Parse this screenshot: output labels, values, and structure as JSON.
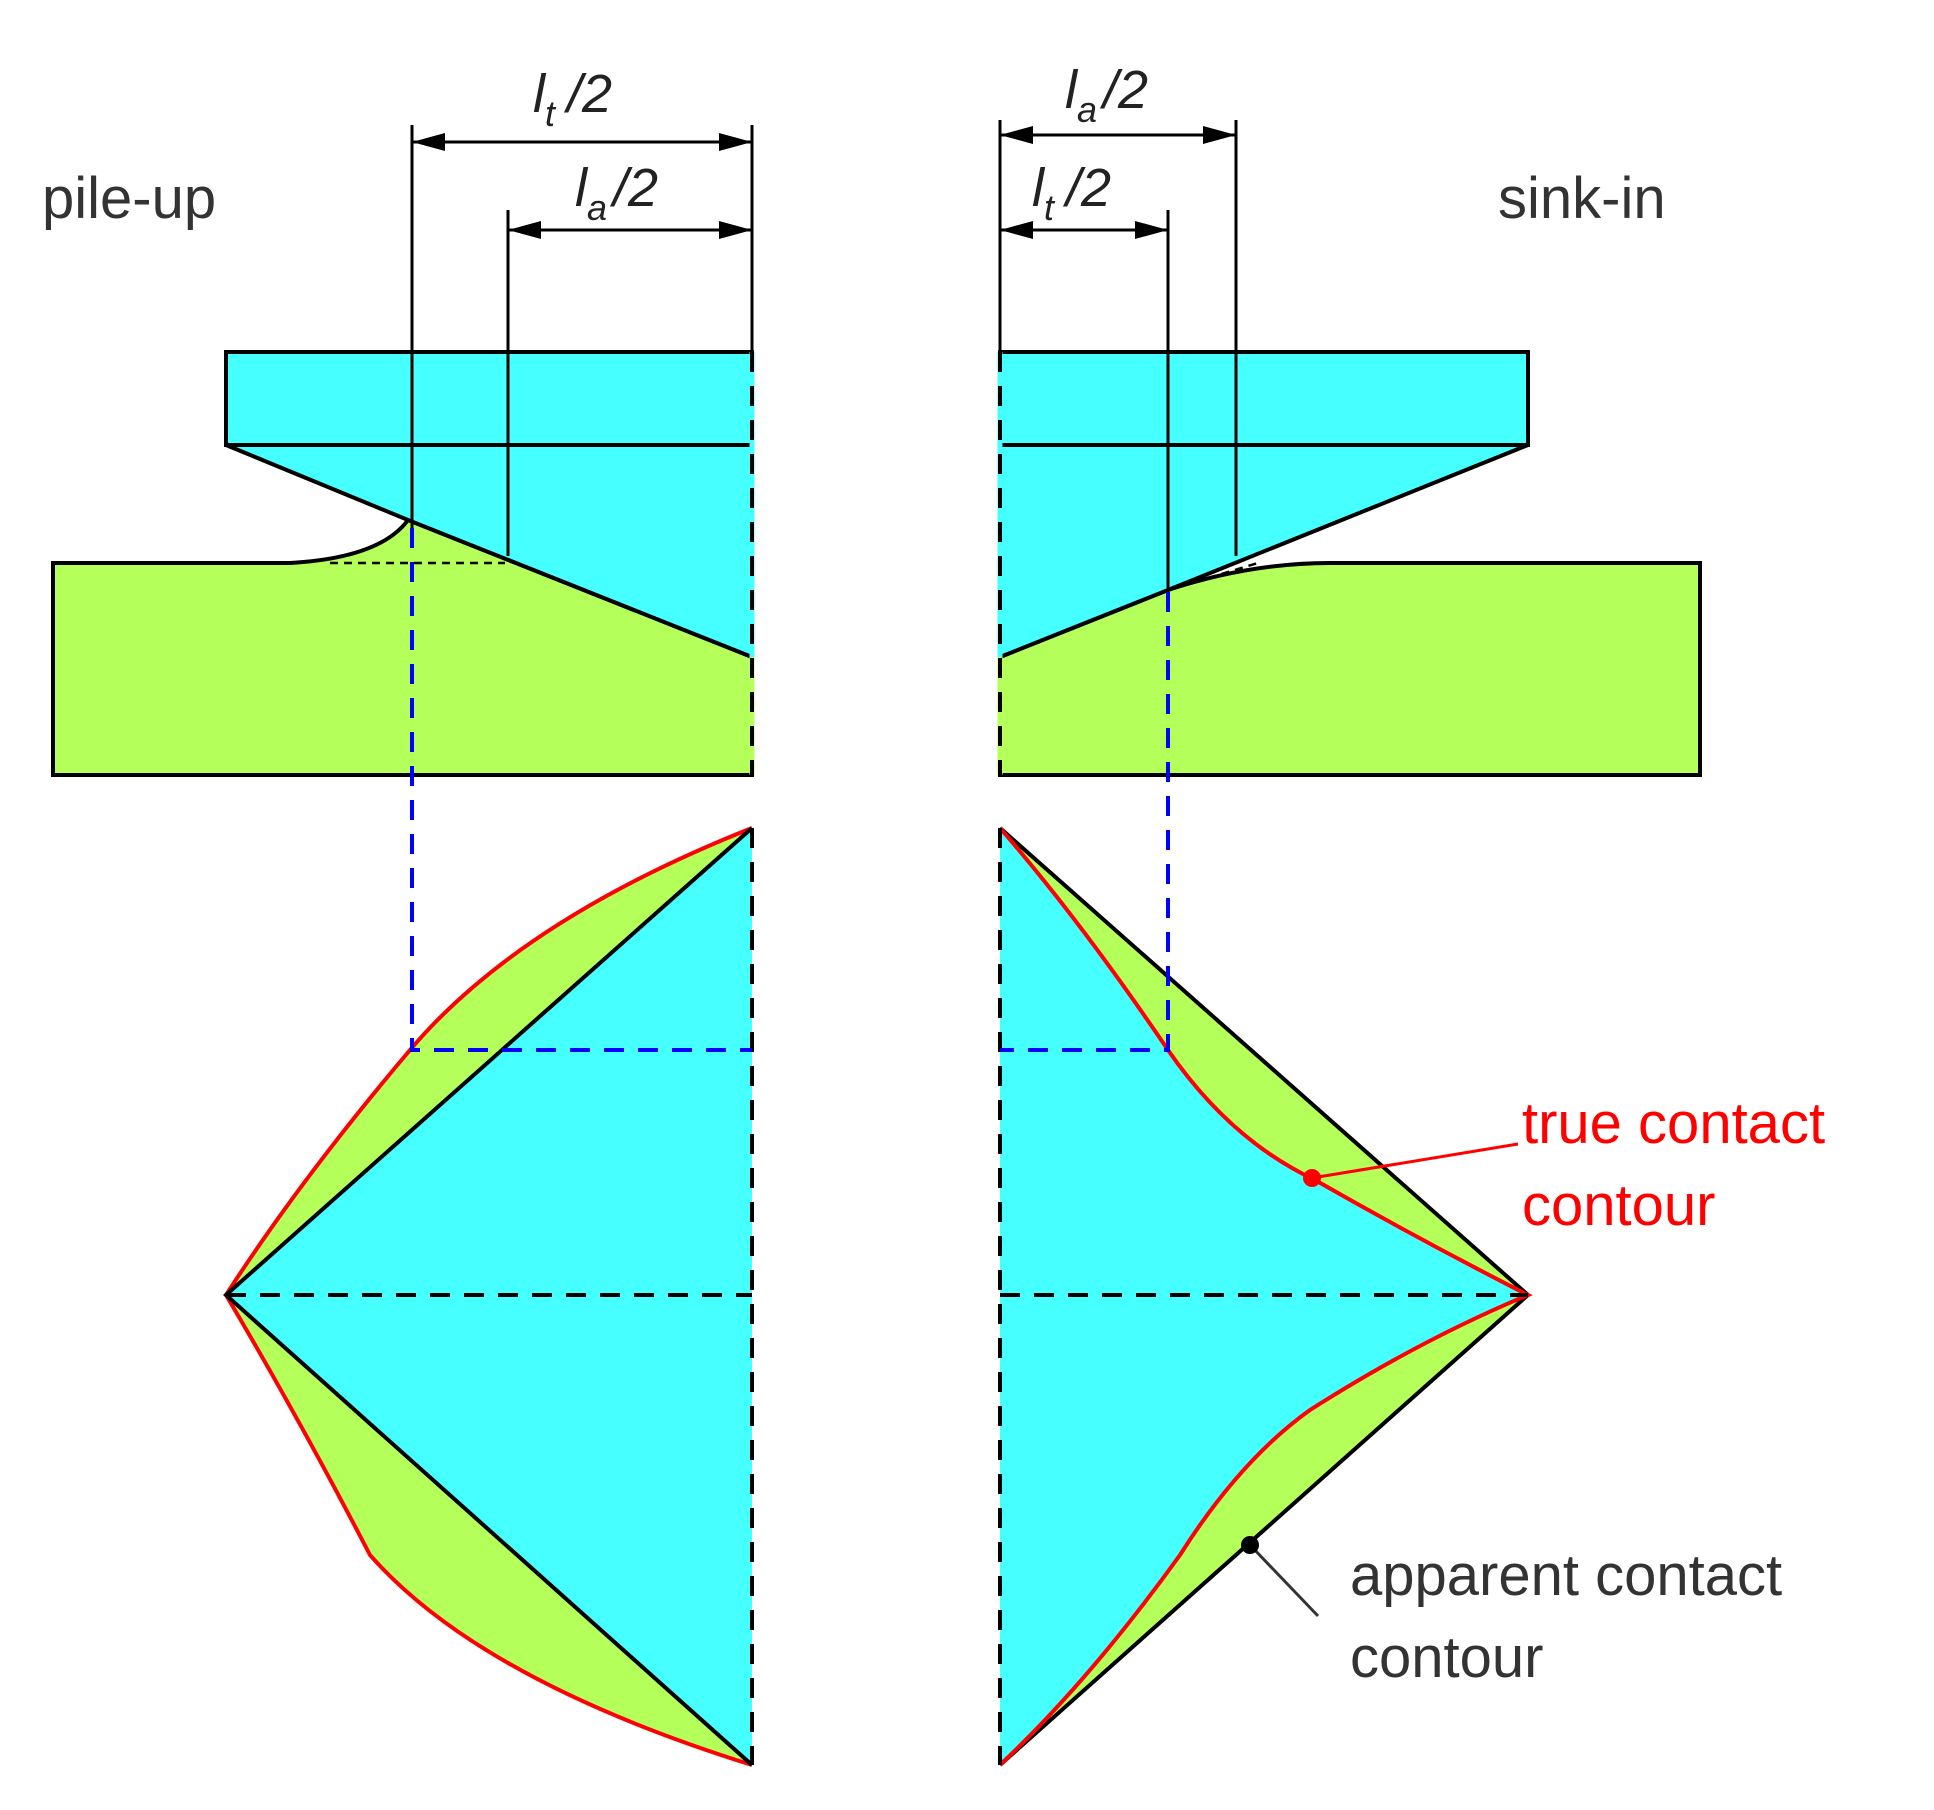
{
  "labels": {
    "pile_up": "pile-up",
    "sink_in": "sink-in",
    "true_contact_line1": "true contact",
    "true_contact_line2": "contour",
    "apparent_contact_line1": "apparent contact",
    "apparent_contact_line2": "contour"
  },
  "dimensions": {
    "left_top": {
      "base": "l",
      "sub": "t",
      "rest": "/2"
    },
    "left_bottom": {
      "base": "l",
      "sub": "a",
      "rest": "/2"
    },
    "right_top": {
      "base": "l",
      "sub": "a",
      "rest": "/2"
    },
    "right_bottom": {
      "base": "l",
      "sub": "t",
      "rest": "/2"
    }
  },
  "colors": {
    "indenter": "#46ffff",
    "material": "#b4ff5a",
    "outline": "#000000",
    "true_contour": "#ff0000",
    "projection_dash": "#0000ff"
  }
}
